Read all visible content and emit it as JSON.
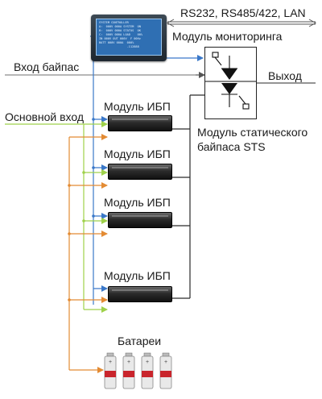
{
  "labels": {
    "comms": "RS232, RS485/422, LAN",
    "monitoring": "Модуль мониторинга",
    "bypass_in": "Вход байпас",
    "output": "Выход",
    "main_in": "Основной вход",
    "ups1": "Модуль ИБП",
    "ups2": "Модуль ИБП",
    "ups3": "Модуль ИБП",
    "ups4": "Модуль ИБП",
    "sts_line1": "Модуль статического",
    "sts_line2": "байпаса STS",
    "batteries": "Батареи"
  },
  "lcd_lines": [
    "SYSTEM CONTROLLER",
    "A:  000V 000A SYSTEM  ON",
    "B:  000V 000A STATUS  OK",
    "C:  000V 000A LOAD    00%",
    "IN 000V OUT 000V  F 00Hz",
    "BATT 000V 000A  000%",
    "                -112888"
  ],
  "colors": {
    "data_line": "#3a78c9",
    "main_input": "#9fd14a",
    "battery_line": "#e38b33",
    "power_line": "#2a2a2a",
    "gray_line": "#8c8c8c"
  }
}
